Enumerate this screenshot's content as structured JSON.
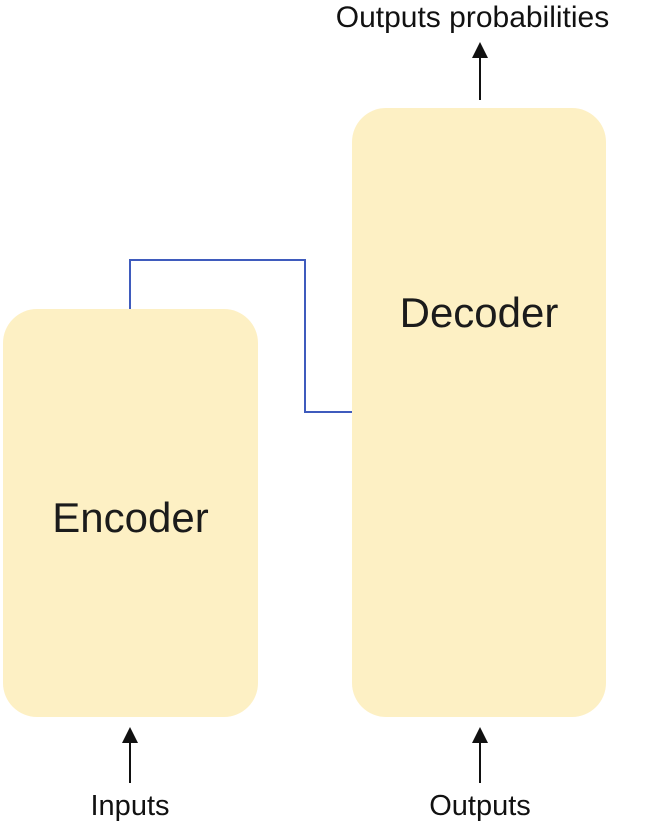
{
  "diagram": {
    "top_label": "Outputs probabilities",
    "encoder_label": "Encoder",
    "decoder_label": "Decoder",
    "inputs_label": "Inputs",
    "outputs_label": "Outputs"
  },
  "colors": {
    "block_fill": "#fdf0c4",
    "connector": "#3f5bbd",
    "arrow": "#111111"
  }
}
